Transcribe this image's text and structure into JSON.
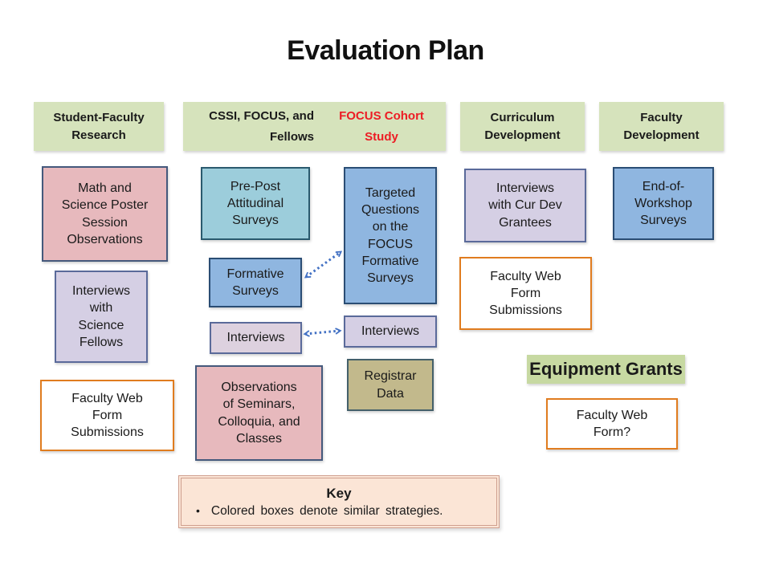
{
  "title": "Evaluation Plan",
  "colors": {
    "header_green": "#d6e3bc",
    "equipment_green": "#c7d9a2",
    "pink_box": "#e7b9bd",
    "teal_box": "#9ccddb",
    "blue_box": "#8fb6e0",
    "lavender_box": "#d5cfe4",
    "khaki_box": "#c2b98c",
    "webform_border_orange": "#e07c1f",
    "red_text": "#ed1c24",
    "arrow_blue": "#4472c4",
    "key_fill": "#fbe5d6"
  },
  "headers": {
    "student_faculty": "Student-Faculty Research",
    "cssi_black": "CSSI, FOCUS, and Fellows",
    "cssi_red": "FOCUS Cohort Study",
    "curriculum": "Curriculum Development",
    "faculty_dev": "Faculty Development",
    "equipment": "Equipment Grants"
  },
  "boxes": {
    "math_poster": "Math and Science Poster Session Observations",
    "interviews_science": "Interviews with Science Fellows",
    "faculty_web_1": "Faculty Web Form Submissions",
    "pre_post": "Pre-Post Attitudinal Surveys",
    "formative": "Formative Surveys",
    "interviews_left": "Interviews",
    "observations": "Observations of Seminars, Colloquia, and Classes",
    "targeted": "Targeted Questions on the FOCUS Formative Surveys",
    "interviews_right": "Interviews",
    "registrar": "Registrar Data",
    "interviews_curdev": "Interviews with Cur Dev Grantees",
    "faculty_web_2": "Faculty Web Form Submissions",
    "end_workshop": "End-of-Workshop Surveys",
    "faculty_web_3": "Faculty Web Form?"
  },
  "key": {
    "title": "Key",
    "bullet_text": "Colored boxes denote similar strategies."
  }
}
